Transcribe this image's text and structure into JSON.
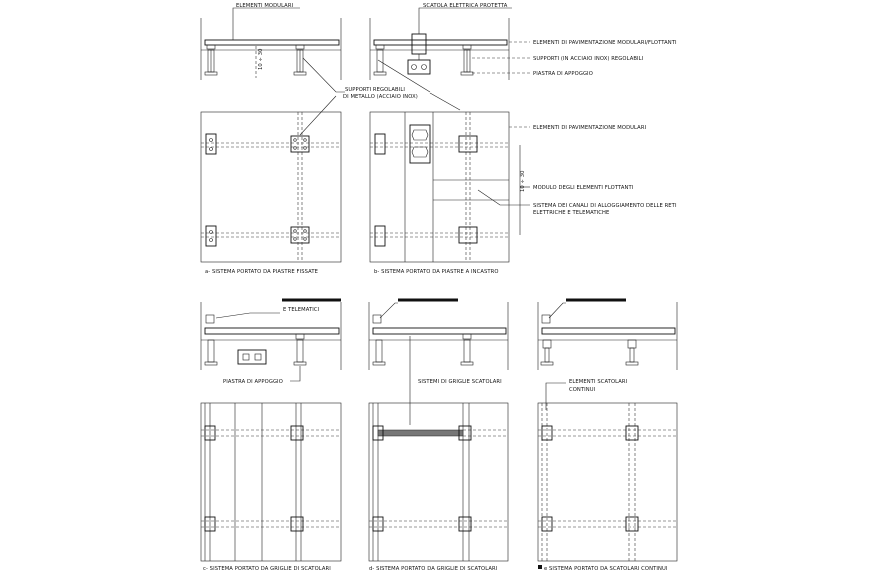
{
  "labels": {
    "elementi_modulari": "ELEMENTI MODULARI",
    "scatola_elettrica": "SCATOLA ELETTRICA PROTETTA",
    "elementi_pavimentazione_flottanti": "ELEMENTI DI PAVIMENTAZIONE MODULARI/FLOTTANTI",
    "supporti_inox": "SUPPORTI (IN ACCIAIO INOX) REGOLABILI",
    "piastra_appoggio_top": "PIASTRA DI APPOGGIO",
    "supporti_regolabili_1": "SUPPORTI REGOLABILI",
    "supporti_regolabili_2": "DI METALLO (ACCIAIO INOX)",
    "dim_height": "10 ÷ 30",
    "elementi_pavimentazione_modulari": "ELEMENTI DI PAVIMENTAZIONE MODULARI",
    "modulo_elementi": "MODULO DEGLI ELEMENTI FLOTTANTI",
    "canali_1": "SISTEMA DEI CANALI DI ALLOGGIAMENTO DELLE RETI",
    "canali_2": "ELETTRICHE E TELEMATICHE",
    "cap_a": "a- SISTEMA PORTATO DA PIASTRE FISSATE",
    "cap_b": "b- SISTEMA PORTATO DA PIASTRE A INCASTRO",
    "e_telematici": "E TELEMATICI",
    "piastra_appoggio_bottom": "PIASTRA DI APPOGGIO",
    "sistemi_griglie": "SISTEMI DI GRIGLIE SCATOLARI",
    "elementi_scatolari_1": "ELEMENTI SCATOLARI",
    "elementi_scatolari_2": "CONTINUI",
    "cap_c": "c- SISTEMA PORTATO DA GRIGLIE DI SCATOLARI",
    "cap_d": "d- SISTEMA PORTATO DA GRIGLIE DI SCATOLARI",
    "cap_e": "e SISTEMA PORTATO DA SCATOLARI CONTINUI"
  }
}
